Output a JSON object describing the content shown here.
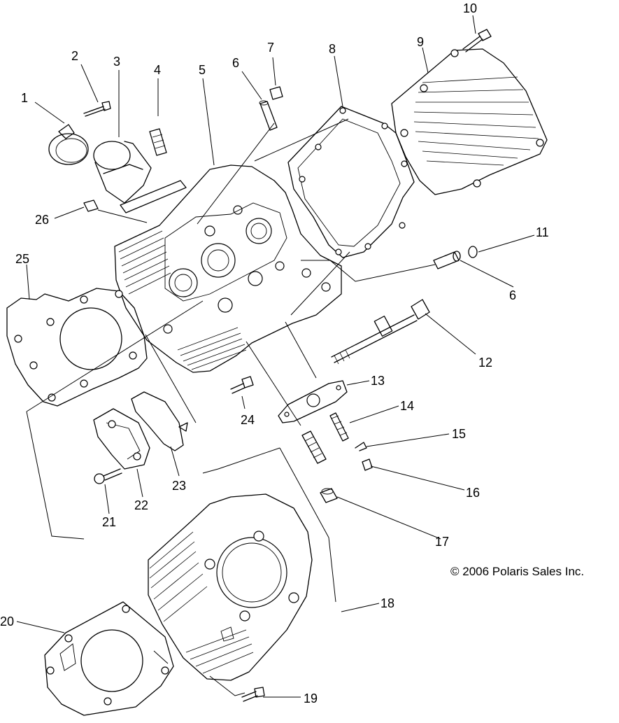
{
  "callouts": {
    "c1": "1",
    "c2": "2",
    "c3": "3",
    "c4": "4",
    "c5": "5",
    "c6a": "6",
    "c6b": "6",
    "c7": "7",
    "c8": "8",
    "c9": "9",
    "c10": "10",
    "c11": "11",
    "c12": "12",
    "c13": "13",
    "c14": "14",
    "c15": "15",
    "c16": "16",
    "c17": "17",
    "c18": "18",
    "c19": "19",
    "c20": "20",
    "c21": "21",
    "c22": "22",
    "c23": "23",
    "c24": "24",
    "c25": "25",
    "c26": "26"
  },
  "copyright": "© 2006 Polaris Sales Inc."
}
